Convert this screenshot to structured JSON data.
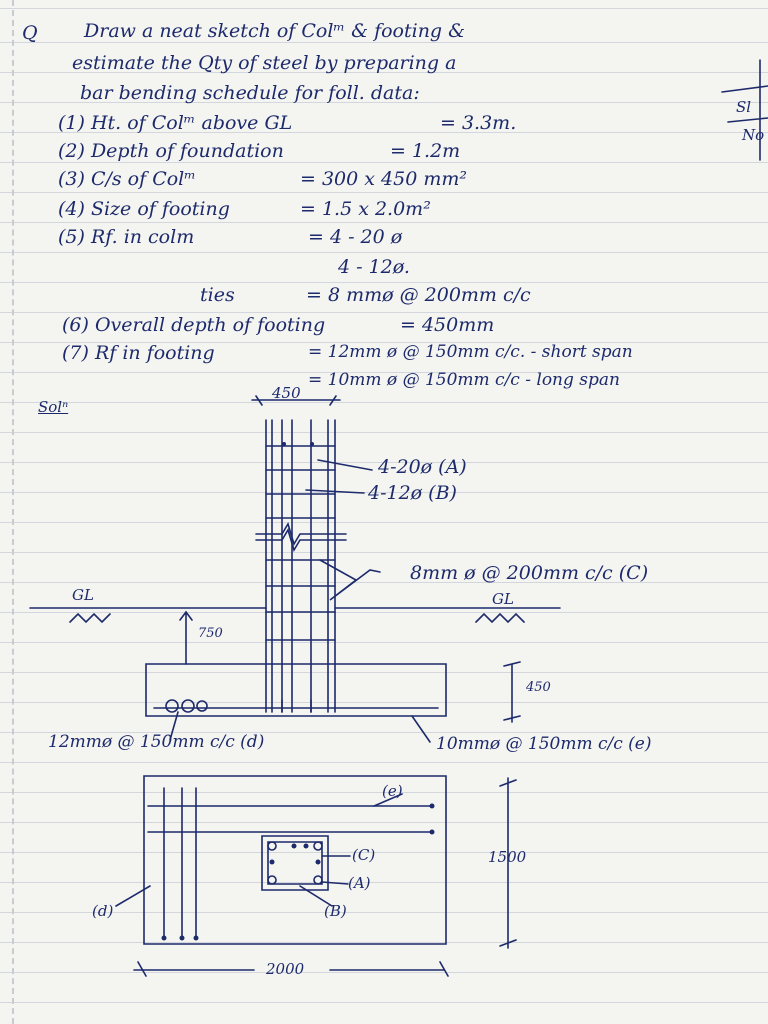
{
  "question": {
    "label": "Q",
    "line1": "Draw a neat sketch of Colᵐ & footing &",
    "line2": "estimate the Qty of steel by preparing a",
    "line3": "bar bending schedule for foll. data:"
  },
  "data_items": [
    {
      "label": "(1) Ht. of Colᵐ above GL",
      "value": "= 3.3m."
    },
    {
      "label": "(2) Depth of foundation",
      "value": "= 1.2m"
    },
    {
      "label": "(3) C/s of Colᵐ",
      "value": "= 300 x 450 mm²"
    },
    {
      "label": "(4) Size of footing",
      "value": "= 1.5 x 2.0m²"
    },
    {
      "label": "(5) Rf. in colm",
      "value": "= 4 - 20 ø"
    },
    {
      "label": "",
      "value": "4 - 12ø."
    },
    {
      "label": "ties",
      "value": "= 8 mmø @ 200mm c/c"
    },
    {
      "label": "(6) Overall depth of footing",
      "value": "= 450mm"
    },
    {
      "label": "(7) Rf in footing",
      "value": "= 12mm ø @ 150mm c/c. - short span"
    },
    {
      "label": "",
      "value": "= 10mm ø @ 150mm c/c - long span"
    }
  ],
  "solution_label": "Solⁿ",
  "side_table": {
    "col1": "Sl",
    "col2": "No"
  },
  "elevation": {
    "col_width": "450",
    "bar_a": "4-20ø (A)",
    "bar_b": "4-12ø (B)",
    "ties": "8mm ø @ 200mm c/c (C)",
    "gl_left": "GL",
    "gl_right": "GL",
    "depth_750": "750",
    "depth_450": "450",
    "bar_d": "12mmø @ 150mm c/c (d)",
    "bar_e": "10mmø @ 150mm c/c (e)"
  },
  "plan": {
    "label_e": "(e)",
    "label_c": "(C)",
    "label_a": "(A)",
    "label_b": "(B)",
    "label_d": "(d)",
    "dim_1500": "1500",
    "dim_2000": "2000"
  },
  "colors": {
    "ink": "#1d2a6b",
    "paper": "#f4f4f1",
    "rule": "#d3d6dc"
  }
}
